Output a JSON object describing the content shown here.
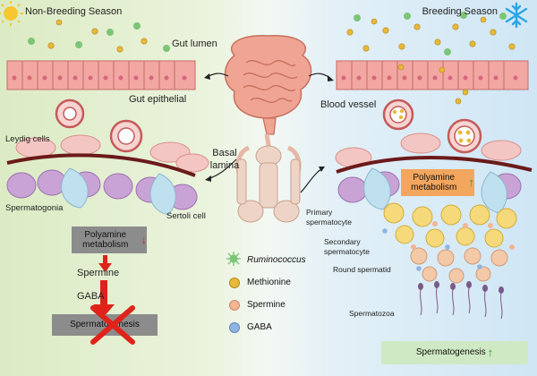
{
  "seasons": {
    "left": "Non-Breeding Season",
    "right": "Breeding Season"
  },
  "icons": {
    "left_season": "sun-icon",
    "right_season": "snowflake-icon"
  },
  "labels": {
    "gut_lumen": "Gut lumen",
    "gut_epithelial": "Gut epithelial",
    "blood_vessel": "Blood vessel",
    "leydig_cells": "Leydig cells",
    "basal_lamina": "Basal lamina",
    "spermatogonia": "Spermatogonia",
    "sertoli_cell": "Sertoli cell",
    "primary_spermatocyte": "Primary spermatocyte",
    "secondary_spermatocyte": "Secondary spermatocyte",
    "round_spermatid": "Round spermatid",
    "spermatozoa": "Spermatozoa"
  },
  "left_panel": {
    "polyamine_box": "Polyamine metabolism",
    "spermine": "Spermine",
    "gaba": "GABA",
    "spermatogenesis_box": "Spermatogenesis"
  },
  "right_panel": {
    "polyamine_box": "Polyamine metabolism",
    "spermatogenesis_box": "Spermatogenesis"
  },
  "legend": [
    {
      "label": "Ruminococcus",
      "icon": "bacterium-icon",
      "color": "#7cc576",
      "italic": true
    },
    {
      "label": "Methionine",
      "icon": "dot",
      "color": "#e8b83a"
    },
    {
      "label": "Spermine",
      "icon": "dot",
      "color": "#f3b592"
    },
    {
      "label": "GABA",
      "icon": "dot",
      "color": "#8fb4e3"
    }
  ],
  "colors": {
    "left_bg": "#dcebc4",
    "right_bg": "#cfe6f5",
    "up_arrow": "#2e9a3a",
    "down_arrow": "#e0231a",
    "epithelium": "#f2a7a3",
    "basal_lamina": "#6b1a1a"
  }
}
